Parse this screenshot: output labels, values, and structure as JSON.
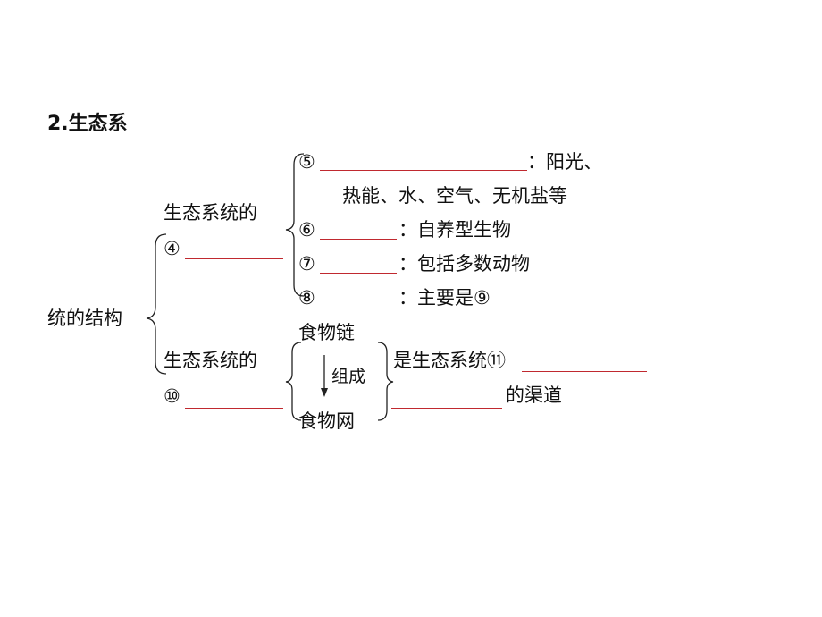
{
  "title": "2.生态系",
  "root_label": "统的结构",
  "structure": {
    "upper_label_line1": "生态系统的",
    "upper_label_line2": "④",
    "lower_label_line1": "生态系统的",
    "lower_label_line2": "⑩"
  },
  "components": {
    "c5_num": "⑤",
    "c5_after": "：阳光、",
    "c5_line2": "热能、水、空气、无机盐等",
    "c6_num": "⑥",
    "c6_after": "：自养型生物",
    "c7_num": "⑦",
    "c7_after": "：包括多数动物",
    "c8_num": "⑧",
    "c8_after": "：主要是⑨"
  },
  "nutrition": {
    "food_chain": "食物链",
    "compose": "组成",
    "food_web": "食物网",
    "is_text": "是生态系统⑪",
    "channel": "的渠道"
  }
}
